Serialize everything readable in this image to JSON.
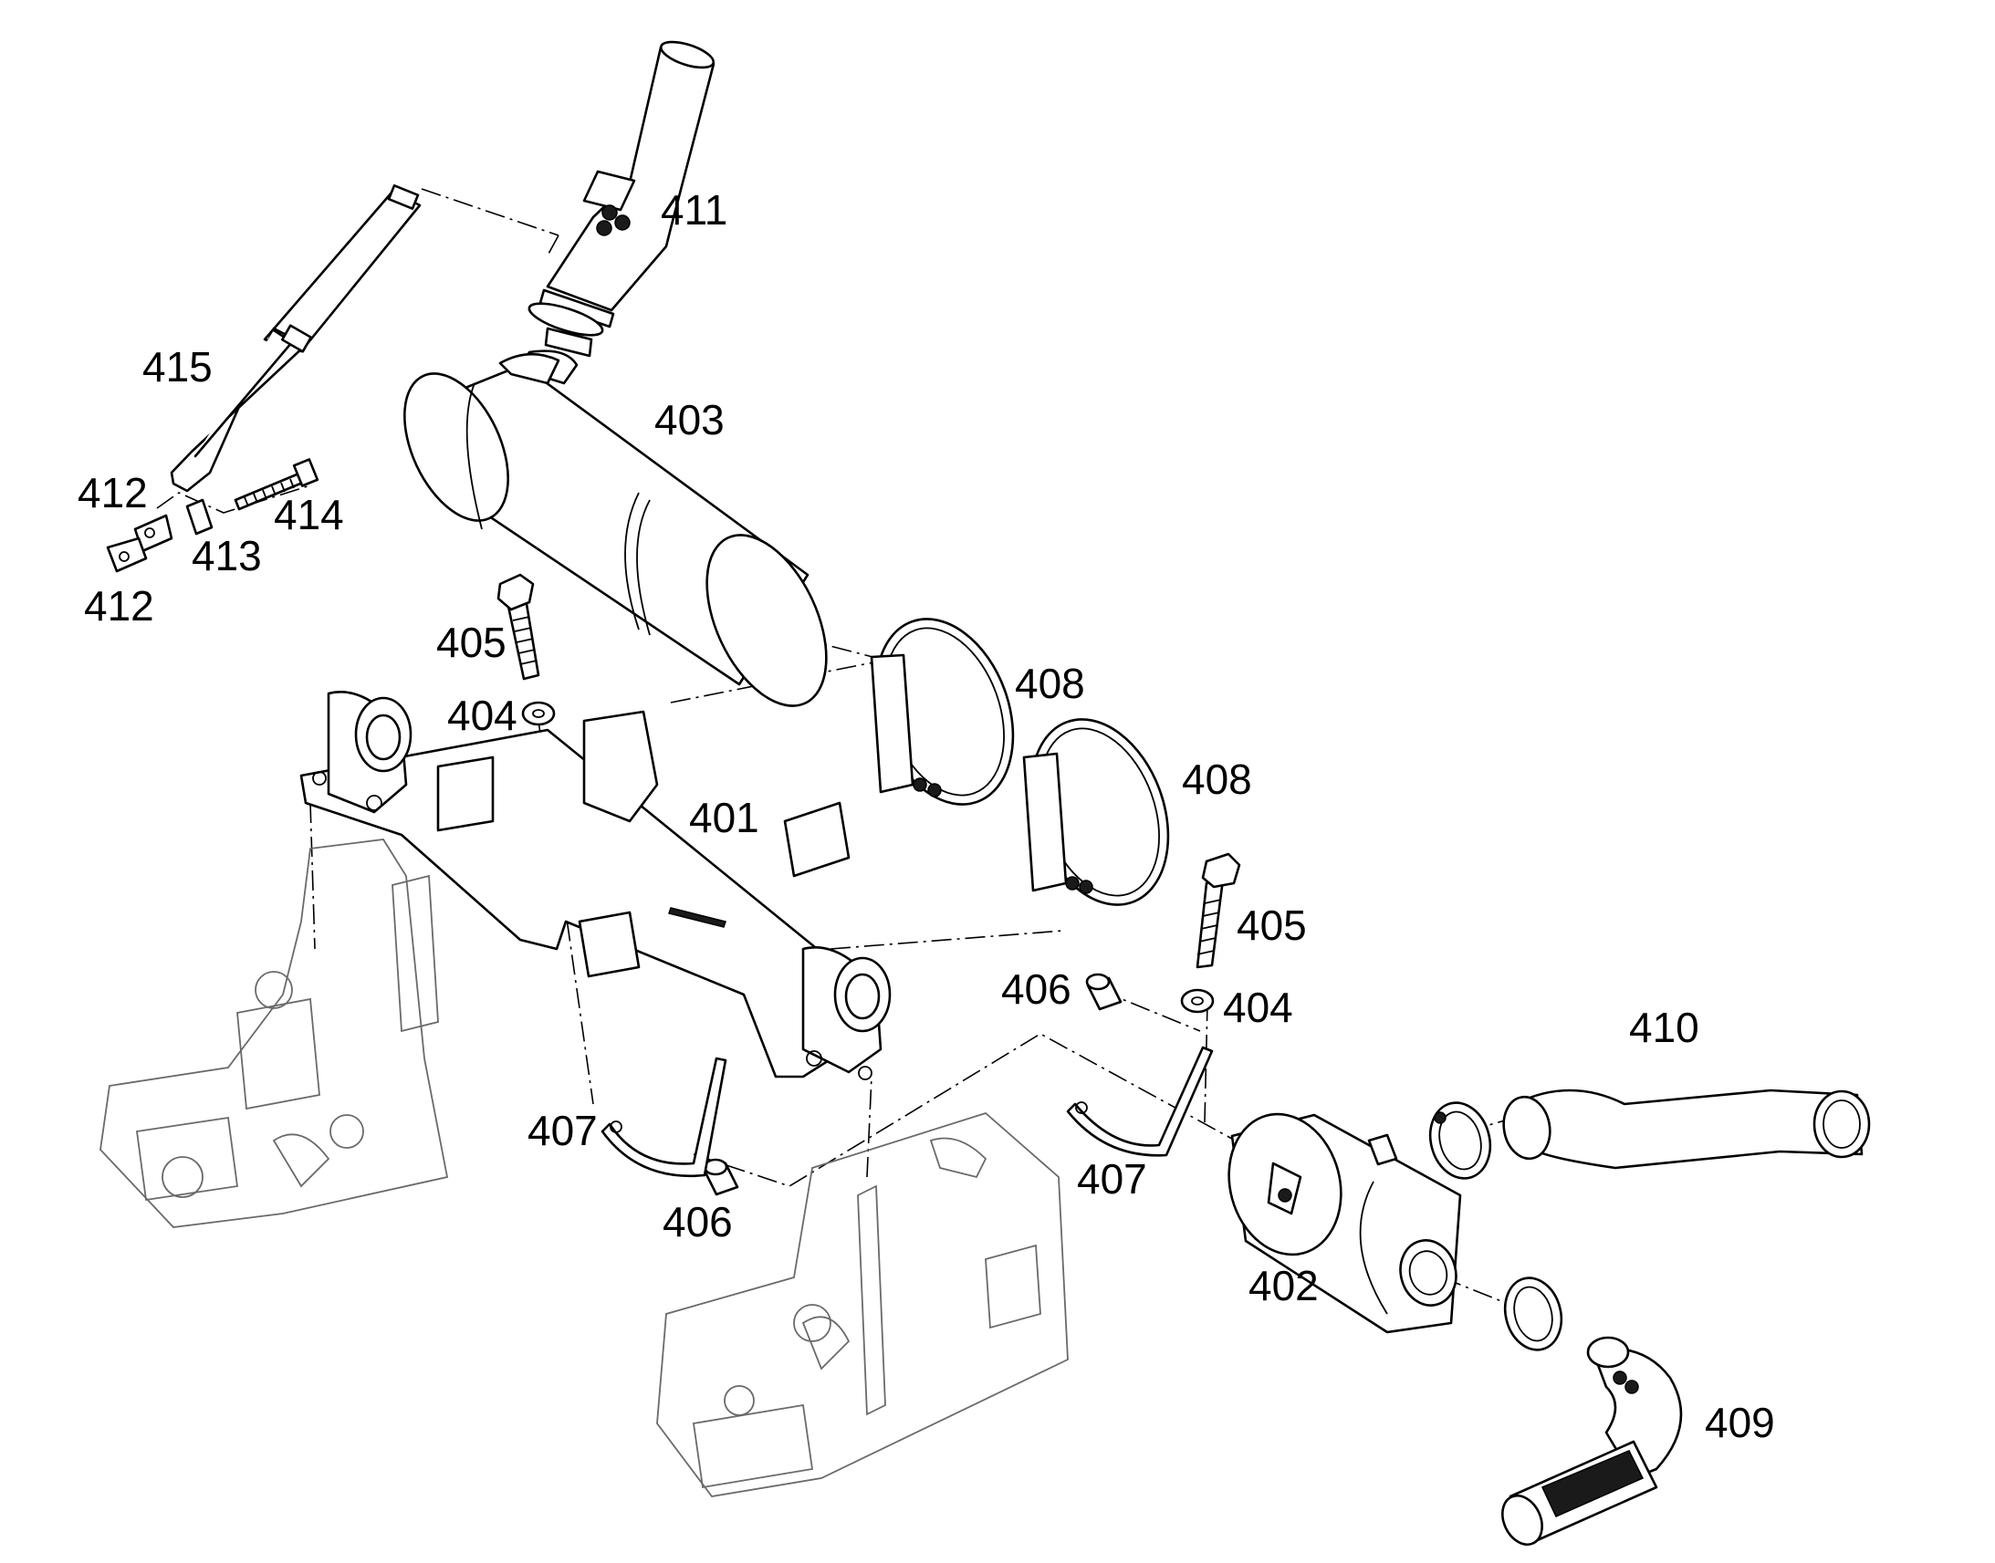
{
  "callouts": {
    "p401": "401",
    "p402": "402",
    "p403": "403",
    "p404a": "404",
    "p404b": "404",
    "p405a": "405",
    "p405b": "405",
    "p406a": "406",
    "p406b": "406",
    "p407a": "407",
    "p407b": "407",
    "p408a": "408",
    "p408b": "408",
    "p409": "409",
    "p410": "410",
    "p411": "411",
    "p412a": "412",
    "p412b": "412",
    "p413": "413",
    "p414": "414",
    "p415": "415"
  }
}
